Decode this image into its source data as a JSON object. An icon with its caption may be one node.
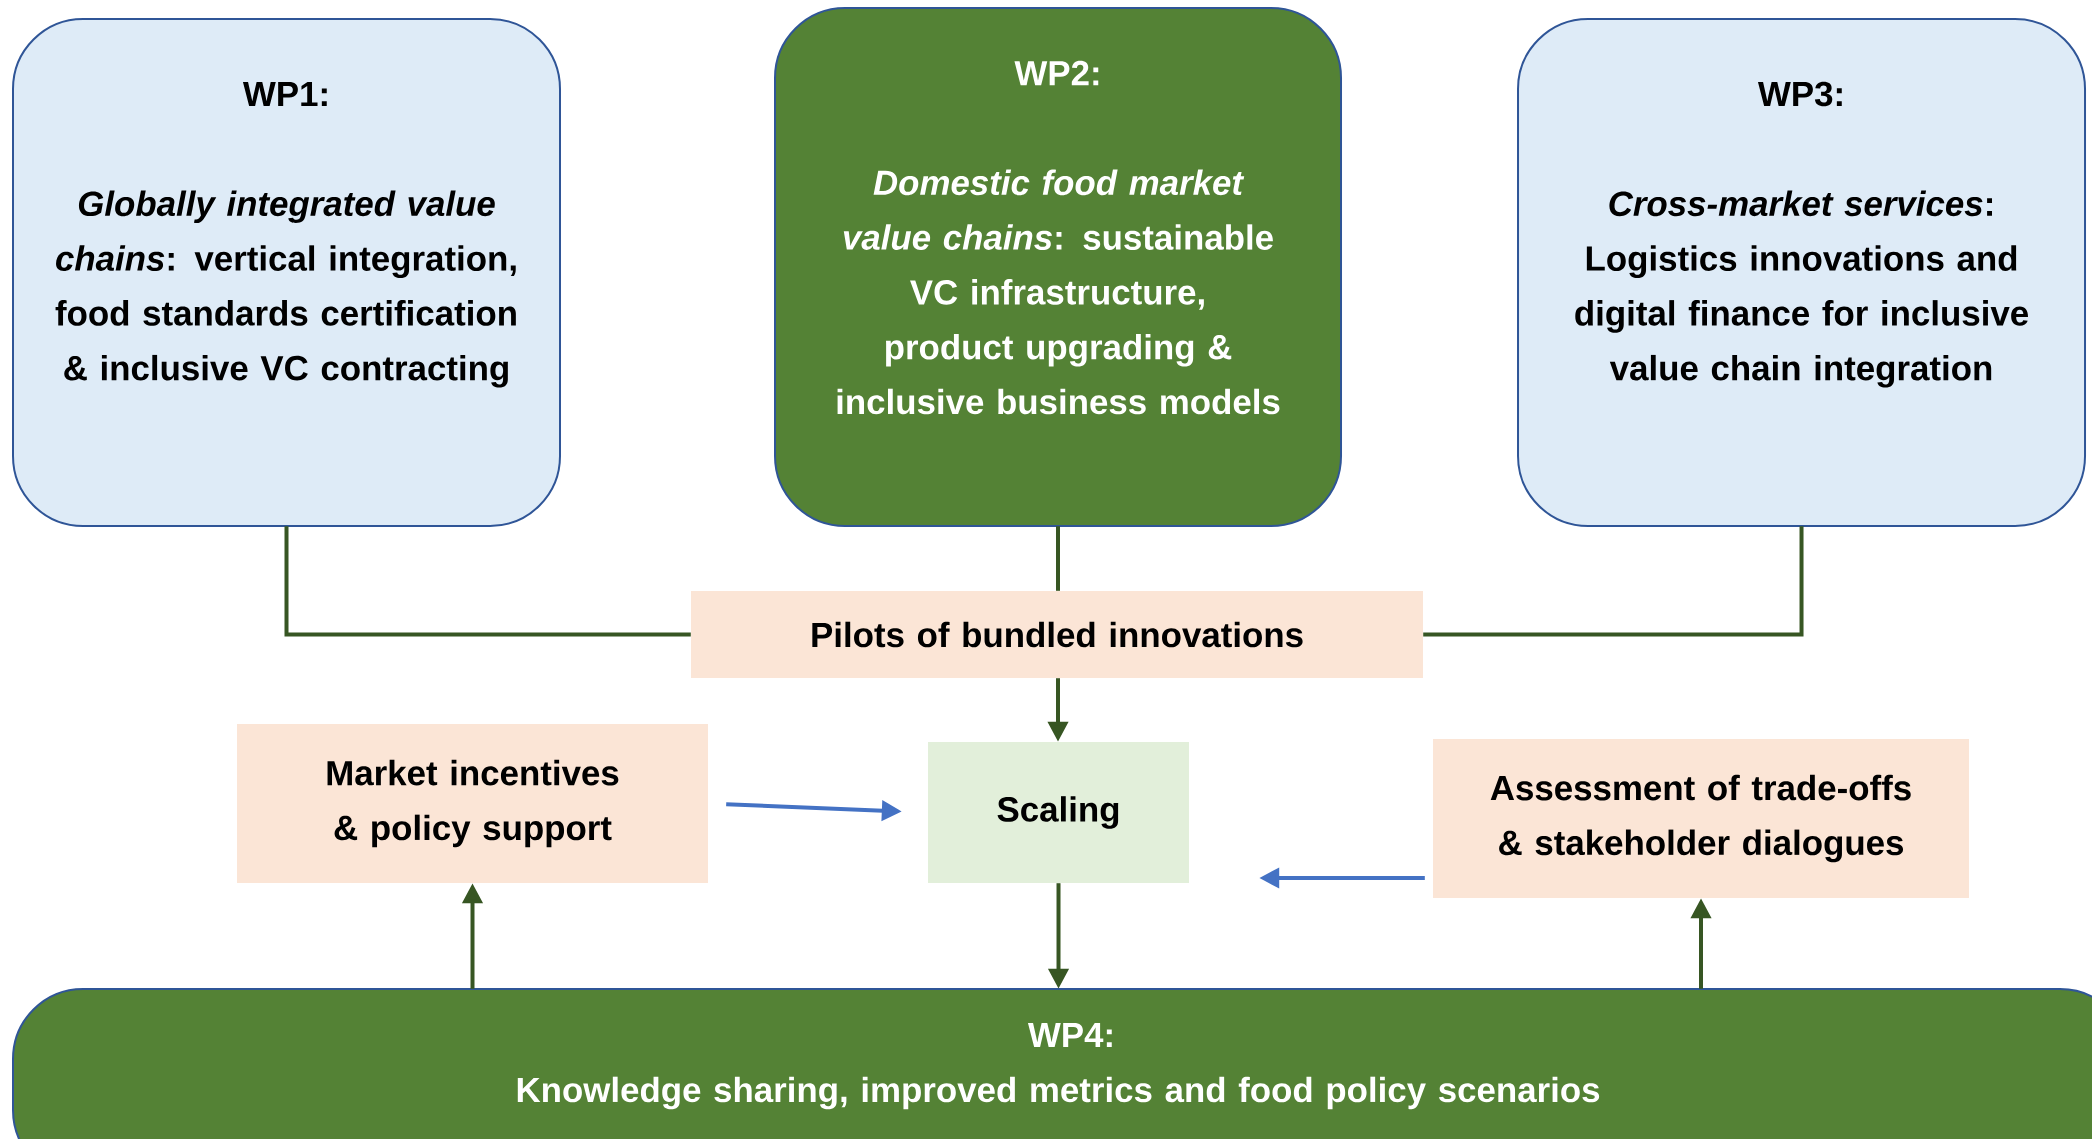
{
  "diagram": {
    "nodes": [
      {
        "text": [
          "WP1:",
          "*Globally integrated value chains*: vertical integration, food standards certification & inclusive VC contracting"
        ]
      },
      {
        "text": [
          "WP2:",
          "*Domestic food market value chains*: sustainable VC infrastructure, product upgrading & inclusive business models"
        ]
      },
      {
        "text": [
          "WP3:",
          "*Cross-market services*: Logistics innovations and digital finance for inclusive value chain integration"
        ]
      },
      {
        "text": [
          "Pilots of bundled innovations"
        ]
      },
      {
        "text": [
          "Market incentives & policy support"
        ]
      },
      {
        "text": [
          "Scaling"
        ]
      },
      {
        "text": [
          "Assessment of trade-offs & stakeholder dialogues"
        ]
      },
      {
        "text": [
          "WP4:",
          "Knowledge sharing, improved metrics and food policy scenarios"
        ]
      }
    ],
    "edges": [
      {
        "from": 0,
        "to": 3,
        "arrow": "none"
      },
      {
        "from": 1,
        "to": 3,
        "arrow": "none"
      },
      {
        "from": 2,
        "to": 3,
        "arrow": "none"
      },
      {
        "from": 3,
        "to": 5,
        "arrow": "to"
      },
      {
        "from": 4,
        "to": 5,
        "arrow": "to",
        "color": "#4472c4"
      },
      {
        "from": 6,
        "to": 5,
        "arrow": "to",
        "color": "#4472c4"
      },
      {
        "from": 5,
        "to": 7,
        "arrow": "to"
      },
      {
        "from": 7,
        "to": 4,
        "arrow": "to"
      },
      {
        "from": 7,
        "to": 6,
        "arrow": "to"
      }
    ]
  }
}
